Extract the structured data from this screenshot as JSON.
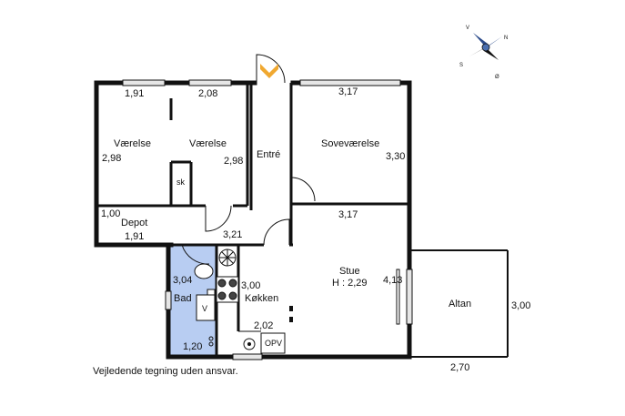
{
  "colors": {
    "wall": "#111111",
    "bathroom_fill": "#b8cdf2",
    "entrance_marker": "#f0a830",
    "window": "#bdbdbd"
  },
  "icons": [
    "compass-rose-icon",
    "entrance-arrow-icon",
    "extractor-fan-icon",
    "stove-hob-icon",
    "sink-icon",
    "toilet-icon",
    "washbasin-icon",
    "faucet-icon"
  ],
  "compass": {
    "n": "N",
    "s": "S",
    "v": "V",
    "o": "Ø"
  },
  "rooms": {
    "vaerelse1": {
      "name": "Værelse",
      "width": "1,91",
      "depth": "2,98"
    },
    "vaerelse2": {
      "name": "Værelse",
      "width": "2,08",
      "depth": "2,98"
    },
    "skab": {
      "name": "sk"
    },
    "entre": {
      "name": "Entré",
      "width": "3,21"
    },
    "sovevaerelse": {
      "name": "Soveværelse",
      "width": "3,17",
      "depth": "3,30"
    },
    "depot": {
      "name": "Depot",
      "depth": "1,00",
      "width": "1,91"
    },
    "stue": {
      "name": "Stue",
      "height_label": "H : 2,29",
      "width": "3,17",
      "depth": "4,13"
    },
    "bad": {
      "name": "Bad",
      "depth": "3,04",
      "width": "1,20",
      "washer": "V"
    },
    "koekken": {
      "name": "Køkken",
      "depth": "3,00",
      "width": "2,02",
      "opv": "OPV"
    },
    "altan": {
      "name": "Altan",
      "depth": "3,00",
      "width": "2,70"
    }
  },
  "disclaimer": "Vejledende tegning uden ansvar."
}
